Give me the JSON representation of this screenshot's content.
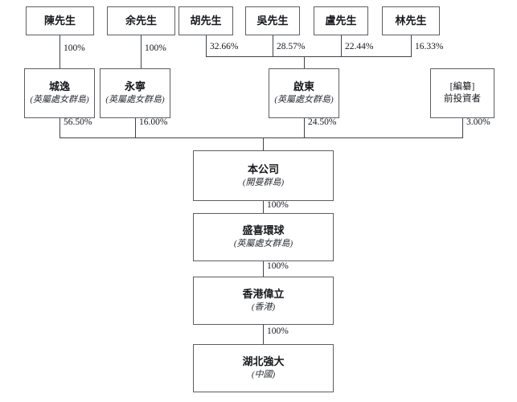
{
  "diagram": {
    "title": "shareholding-structure-chart",
    "tiers": {
      "individuals": [
        {
          "id": "chen",
          "label": "陳先生"
        },
        {
          "id": "yu",
          "label": "余先生"
        },
        {
          "id": "hu",
          "label": "胡先生"
        },
        {
          "id": "wu",
          "label": "吳先生"
        },
        {
          "id": "lu",
          "label": "盧先生"
        },
        {
          "id": "lin",
          "label": "林先生"
        }
      ],
      "holdcos": [
        {
          "id": "chengyi",
          "name": "城逸",
          "sub": "(英屬處女群島)"
        },
        {
          "id": "yongning",
          "name": "永寧",
          "sub": "(英屬處女群島)"
        },
        {
          "id": "qidong",
          "name": "啟東",
          "sub": "(英屬處女群島)"
        },
        {
          "id": "pre-investor",
          "line1": "[編纂]",
          "line2": "前投資者"
        }
      ],
      "chain": [
        {
          "id": "company",
          "name": "本公司",
          "sub": "(開曼群島)"
        },
        {
          "id": "shengxi",
          "name": "盛喜環球",
          "sub": "(英屬處女群島)"
        },
        {
          "id": "hkweili",
          "name": "香港偉立",
          "sub": "(香港)"
        },
        {
          "id": "hubeiqiangda",
          "name": "湖北強大",
          "sub": "(中國)"
        }
      ]
    },
    "percentages": {
      "chen_to_chengyi": "100%",
      "yu_to_yongning": "100%",
      "hu_to_qidong": "32.66%",
      "wu_to_qidong": "28.57%",
      "lu_to_qidong": "22.44%",
      "lin_to_qidong": "16.33%",
      "chengyi_to_company": "56.50%",
      "yongning_to_company": "16.00%",
      "qidong_to_company": "24.50%",
      "investor_to_company": "3.00%",
      "company_to_shengxi": "100%",
      "shengxi_to_hkweili": "100%",
      "hkweili_to_hubeiqiangda": "100%"
    },
    "colors": {
      "box_border": "#5a5f66",
      "connector": "#3f444b",
      "text": "#16181c",
      "background": "#ffffff"
    }
  }
}
